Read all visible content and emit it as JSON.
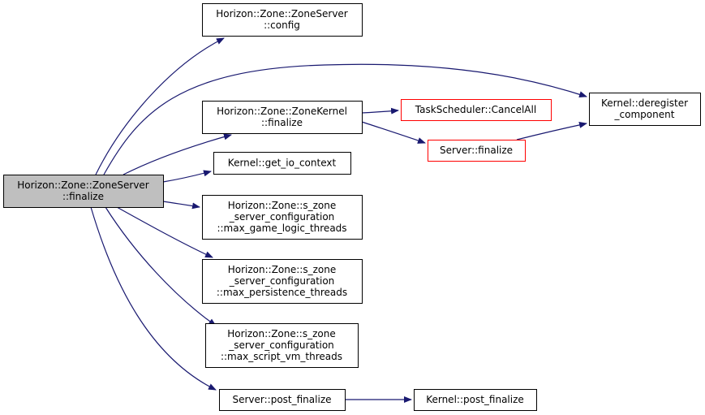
{
  "colors": {
    "edge": "#191970",
    "node_border": "#000000",
    "node_border_red": "#ff0000",
    "node_fill": "#ffffff",
    "root_fill": "#bfbfbf"
  },
  "nodes": [
    {
      "id": "root",
      "lines": [
        "Horizon::Zone::ZoneServer",
        "::finalize"
      ],
      "style": "root"
    },
    {
      "id": "config",
      "lines": [
        "Horizon::Zone::ZoneServer",
        "::config"
      ],
      "style": "normal"
    },
    {
      "id": "zk_finalize",
      "lines": [
        "Horizon::Zone::ZoneKernel",
        "::finalize"
      ],
      "style": "normal"
    },
    {
      "id": "get_io",
      "lines": [
        "Kernel::get_io_context"
      ],
      "style": "normal"
    },
    {
      "id": "max_game",
      "lines": [
        "Horizon::Zone::s_zone",
        "_server_configuration",
        "::max_game_logic_threads"
      ],
      "style": "normal"
    },
    {
      "id": "max_persist",
      "lines": [
        "Horizon::Zone::s_zone",
        "_server_configuration",
        "::max_persistence_threads"
      ],
      "style": "normal"
    },
    {
      "id": "max_script",
      "lines": [
        "Horizon::Zone::s_zone",
        "_server_configuration",
        "::max_script_vm_threads"
      ],
      "style": "normal"
    },
    {
      "id": "post_fin",
      "lines": [
        "Server::post_finalize"
      ],
      "style": "normal"
    },
    {
      "id": "cancel_all",
      "lines": [
        "TaskScheduler::CancelAll"
      ],
      "style": "red"
    },
    {
      "id": "server_fin",
      "lines": [
        "Server::finalize"
      ],
      "style": "red"
    },
    {
      "id": "dereg",
      "lines": [
        "Kernel::deregister",
        "_component"
      ],
      "style": "normal"
    },
    {
      "id": "k_post_fin",
      "lines": [
        "Kernel::post_finalize"
      ],
      "style": "normal"
    }
  ],
  "edges": [
    {
      "from": "root",
      "to": "config"
    },
    {
      "from": "root",
      "to": "dereg"
    },
    {
      "from": "root",
      "to": "zk_finalize"
    },
    {
      "from": "root",
      "to": "get_io"
    },
    {
      "from": "root",
      "to": "max_game"
    },
    {
      "from": "root",
      "to": "max_persist"
    },
    {
      "from": "root",
      "to": "max_script"
    },
    {
      "from": "root",
      "to": "post_fin"
    },
    {
      "from": "zk_finalize",
      "to": "cancel_all"
    },
    {
      "from": "zk_finalize",
      "to": "server_fin"
    },
    {
      "from": "server_fin",
      "to": "dereg"
    },
    {
      "from": "post_fin",
      "to": "k_post_fin"
    }
  ]
}
